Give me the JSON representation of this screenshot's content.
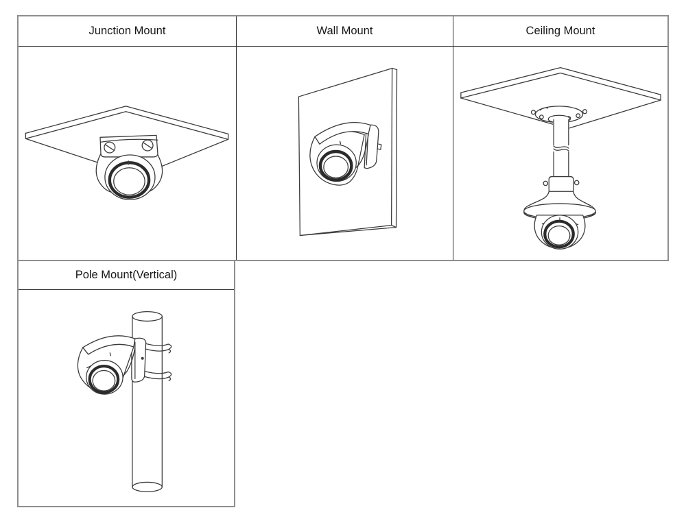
{
  "diagram": {
    "description": "Camera mounting options table",
    "cells": [
      {
        "label": "Junction Mount",
        "illustration": "junction-mount-drawing"
      },
      {
        "label": "Wall Mount",
        "illustration": "wall-mount-drawing"
      },
      {
        "label": "Ceiling Mount",
        "illustration": "ceiling-mount-drawing"
      },
      {
        "label": "Pole Mount(Vertical)",
        "illustration": "pole-mount-vertical-drawing"
      }
    ]
  },
  "colors": {
    "background": "#ffffff",
    "outer_border": "#8e8e8e",
    "grid_line": "#2f2f2f",
    "line_art": "#3a3a3a",
    "text": "#171717"
  }
}
